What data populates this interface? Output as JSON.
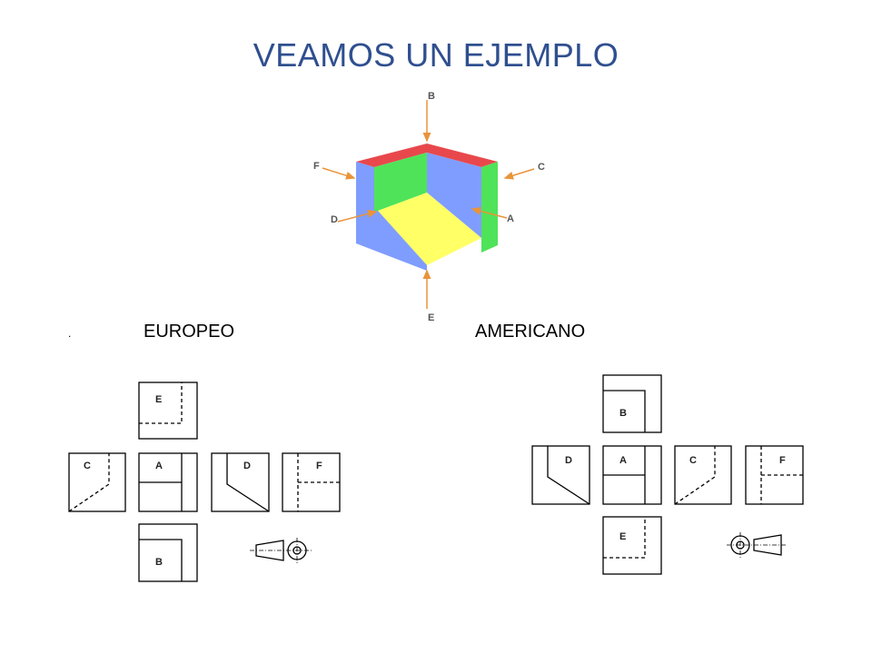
{
  "title": "VEAMOS UN EJEMPLO",
  "dot": ".",
  "labels": {
    "europeo": "EUROPEO",
    "americano": "AMERICANO"
  },
  "cube": {
    "arrows": {
      "B": "B",
      "F": "F",
      "C": "C",
      "D": "D",
      "A": "A",
      "E": "E"
    },
    "colors": {
      "red": "#e8484c",
      "green": "#4fe35a",
      "blue": "#7f9dff",
      "yellow": "#ffff66",
      "arrow": "#e8943a"
    }
  },
  "europeo_views": {
    "E": "E",
    "C": "C",
    "A": "A",
    "D": "D",
    "F": "F",
    "B": "B"
  },
  "americano_views": {
    "B": "B",
    "D": "D",
    "A": "A",
    "C": "C",
    "F": "F",
    "E": "E"
  }
}
